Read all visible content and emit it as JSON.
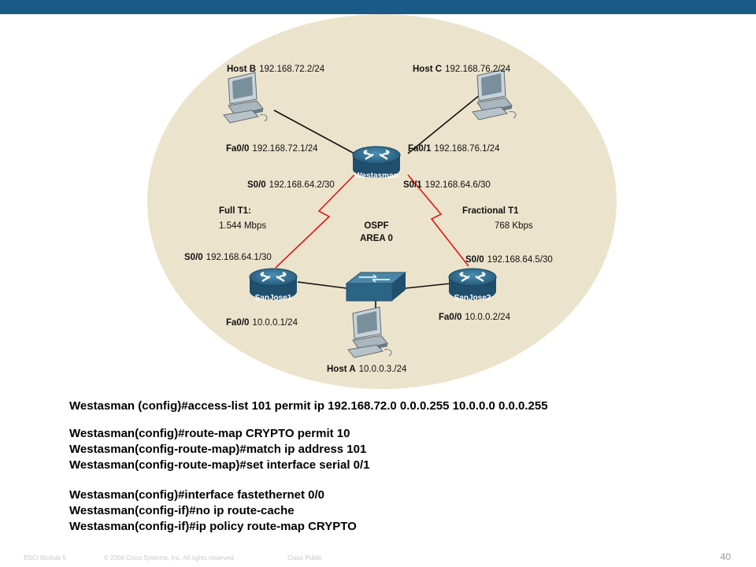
{
  "diagram": {
    "host_b": {
      "name": "Host B",
      "ip": "192.168.72.2/24"
    },
    "host_c": {
      "name": "Host C",
      "ip": "192.168.76.2/24"
    },
    "host_a": {
      "name": "Host A",
      "ip": "10.0.0.3./24"
    },
    "westasman": {
      "name": "Westasman",
      "fa00": {
        "iface": "Fa0/0",
        "ip": "192.168.72.1/24"
      },
      "fa01": {
        "iface": "Fa0/1",
        "ip": "192.168.76.1/24"
      },
      "s00": {
        "iface": "S0/0",
        "ip": "192.168.64.2/30"
      },
      "s01": {
        "iface": "S0/1",
        "ip": "192.168.64.6/30"
      }
    },
    "sanjose1": {
      "name": "SanJose1",
      "s00": {
        "iface": "S0/0",
        "ip": "192.168.64.1/30"
      },
      "fa00": {
        "iface": "Fa0/0",
        "ip": "10.0.0.1/24"
      }
    },
    "sanjose2": {
      "name": "SanJose2",
      "s00": {
        "iface": "S0/0",
        "ip": "192.168.64.5/30"
      },
      "fa00": {
        "iface": "Fa0/0",
        "ip": "10.0.0.2/24"
      }
    },
    "link_left": {
      "title": "Full T1:",
      "speed": "1.544 Mbps"
    },
    "link_right": {
      "title": "Fractional T1",
      "speed": "768 Kbps"
    },
    "ospf": {
      "line1": "OSPF",
      "line2": "AREA 0"
    }
  },
  "commands": {
    "block1": [
      "Westasman (config)#access-list 101 permit ip 192.168.72.0 0.0.0.255 10.0.0.0 0.0.0.255"
    ],
    "block2": [
      "Westasman(config)#route-map CRYPTO permit 10",
      "Westasman(config-route-map)#match ip address 101",
      "Westasman(config-route-map)#set interface serial 0/1"
    ],
    "block3": [
      "Westasman(config)#interface fastethernet 0/0",
      "Westasman(config-if)#no ip route-cache",
      "Westasman(config-if)#ip policy route-map CRYPTO"
    ]
  },
  "footer": {
    "module": "BSCI Module 5",
    "copyright": "© 2006 Cisco Systems, Inc. All rights reserved.",
    "classification": "Cisco Public",
    "page": "40"
  },
  "colors": {
    "topbar": "#1a5a86",
    "background_ellipse": "#ece3cc",
    "router": "#2f6f92",
    "serial_link": "#e01818"
  }
}
